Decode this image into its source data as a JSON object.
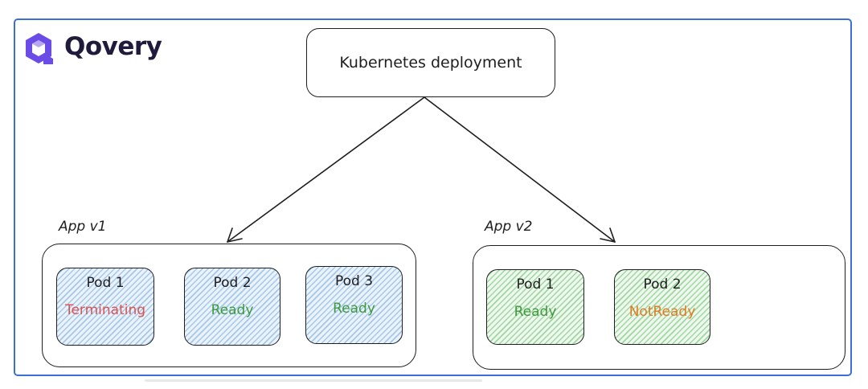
{
  "brand": {
    "name": "Qovery",
    "logo_icon": "qovery-logo-icon",
    "color": "#6b4ce6"
  },
  "deployment": {
    "label": "Kubernetes deployment"
  },
  "apps": [
    {
      "label": "App v1",
      "pods": [
        {
          "name": "Pod 1",
          "status": "Terminating",
          "status_color": "#d9534f"
        },
        {
          "name": "Pod 2",
          "status": "Ready",
          "status_color": "#3d9a3d"
        },
        {
          "name": "Pod 3",
          "status": "Ready",
          "status_color": "#3d9a3d"
        }
      ]
    },
    {
      "label": "App v2",
      "pods": [
        {
          "name": "Pod 1",
          "status": "Ready",
          "status_color": "#3d9a3d"
        },
        {
          "name": "Pod 2",
          "status": "NotReady",
          "status_color": "#e07b1f"
        }
      ]
    }
  ],
  "colors": {
    "frame": "#3a6fd8",
    "pod_v1_fill": "#a5c8ea",
    "pod_v2_fill": "#9ed89e"
  }
}
